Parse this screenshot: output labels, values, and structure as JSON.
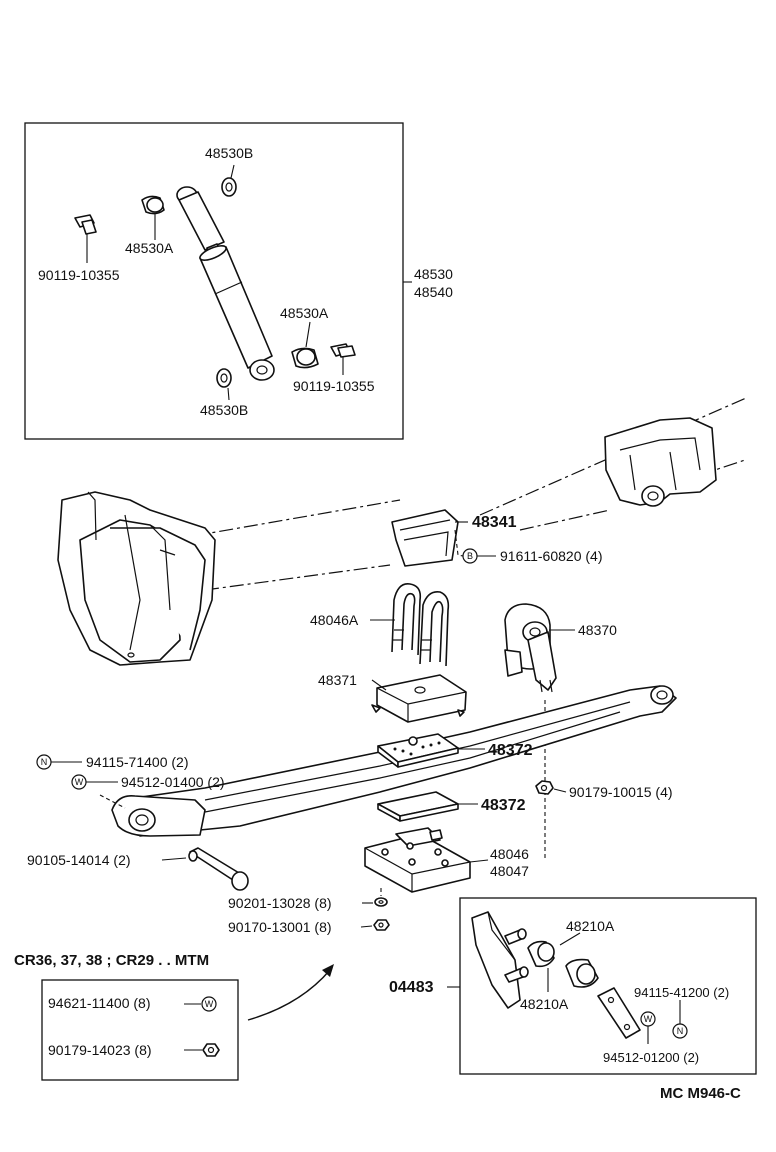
{
  "labels": {
    "shock_bushing_b_top": "48530B",
    "shock_bushing_a_left": "48530A",
    "shock_bolt_left": "90119-10355",
    "shock_absorber_1": "48530",
    "shock_absorber_2": "48540",
    "shock_bushing_a_right": "48530A",
    "shock_bolt_right": "90119-10355",
    "shock_bushing_b_bottom": "48530B",
    "bumper_stopper": "48341",
    "bumper_bolt": "91611-60820 (4)",
    "bumper_bolt_symbol": "B",
    "u_bolt": "48046A",
    "shackle_bracket": "48370",
    "spring_seat_upper": "48371",
    "spring_pad_upper": "48372",
    "nut_9411571400": "94115-71400 (2)",
    "nut_9411571400_symbol": "N",
    "washer_9451201400": "94512-01400 (2)",
    "washer_9451201400_symbol": "W",
    "nut_9017910015": "90179-10015 (4)",
    "spring_pad_lower": "48372",
    "bolt_9010514014": "90105-14014 (2)",
    "seat_lower_1": "48046",
    "seat_lower_2": "48047",
    "washer_9020113028": "90201-13028 (8)",
    "nut_9017013001": "90170-13001 (8)",
    "shackle_kit": "04483",
    "shackle_bushing_a_top": "48210A",
    "shackle_bushing_a_bottom": "48210A",
    "nut_9411541200": "94115-41200 (2)",
    "nut_9411541200_symbol": "N",
    "washer_9451201200": "94512-01200 (2)",
    "washer_9451201200_symbol": "W"
  },
  "model_note": {
    "title": "CR36, 37, 38 ; CR29 . . MTM",
    "item1": "94621-11400 (8)",
    "item1_symbol": "W",
    "item2": "90179-14023 (8)"
  },
  "footer": {
    "code": "MC M946-C"
  }
}
